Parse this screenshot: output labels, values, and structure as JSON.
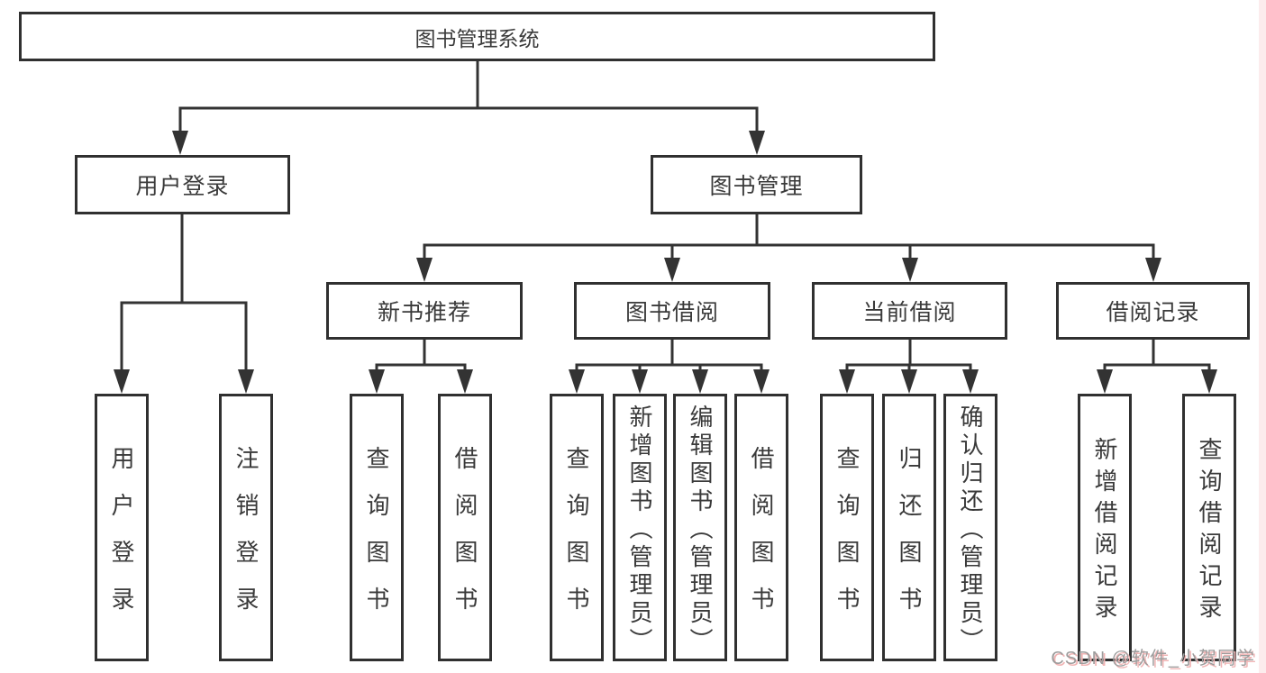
{
  "diagram": {
    "type": "tree",
    "root": {
      "label": "图书管理系统"
    },
    "level2": [
      {
        "label": "用户登录"
      },
      {
        "label": "图书管理"
      }
    ],
    "level3": [
      {
        "label": "新书推荐"
      },
      {
        "label": "图书借阅"
      },
      {
        "label": "当前借阅"
      },
      {
        "label": "借阅记录"
      }
    ],
    "leaves": [
      "用户登录",
      "注销登录",
      "查询图书",
      "借阅图书",
      "查询图书",
      "新增图书（管理员）",
      "编辑图书（管理员）",
      "借阅图书",
      "查询图书",
      "归还图书",
      "确认归还（管理员）",
      "新增借阅记录",
      "查询借阅记录"
    ],
    "structure": {
      "图书管理系统": [
        "用户登录",
        "图书管理"
      ],
      "用户登录": [
        "用户登录",
        "注销登录"
      ],
      "图书管理": [
        "新书推荐",
        "图书借阅",
        "当前借阅",
        "借阅记录"
      ],
      "新书推荐": [
        "查询图书",
        "借阅图书"
      ],
      "图书借阅": [
        "查询图书",
        "新增图书（管理员）",
        "编辑图书（管理员）",
        "借阅图书"
      ],
      "当前借阅": [
        "查询图书",
        "归还图书",
        "确认归还（管理员）"
      ],
      "借阅记录": [
        "新增借阅记录",
        "查询借阅记录"
      ]
    }
  },
  "watermark": {
    "text": "CSDN @软件_小贺同学"
  },
  "colors": {
    "background": "#ffffff",
    "line": "#333333",
    "box_border": "#303030",
    "text": "#3a3a3a",
    "watermark_gray": "#9c9c9c",
    "watermark_pink": "#f0b4b4",
    "right_edge_strip": "#fceced"
  }
}
